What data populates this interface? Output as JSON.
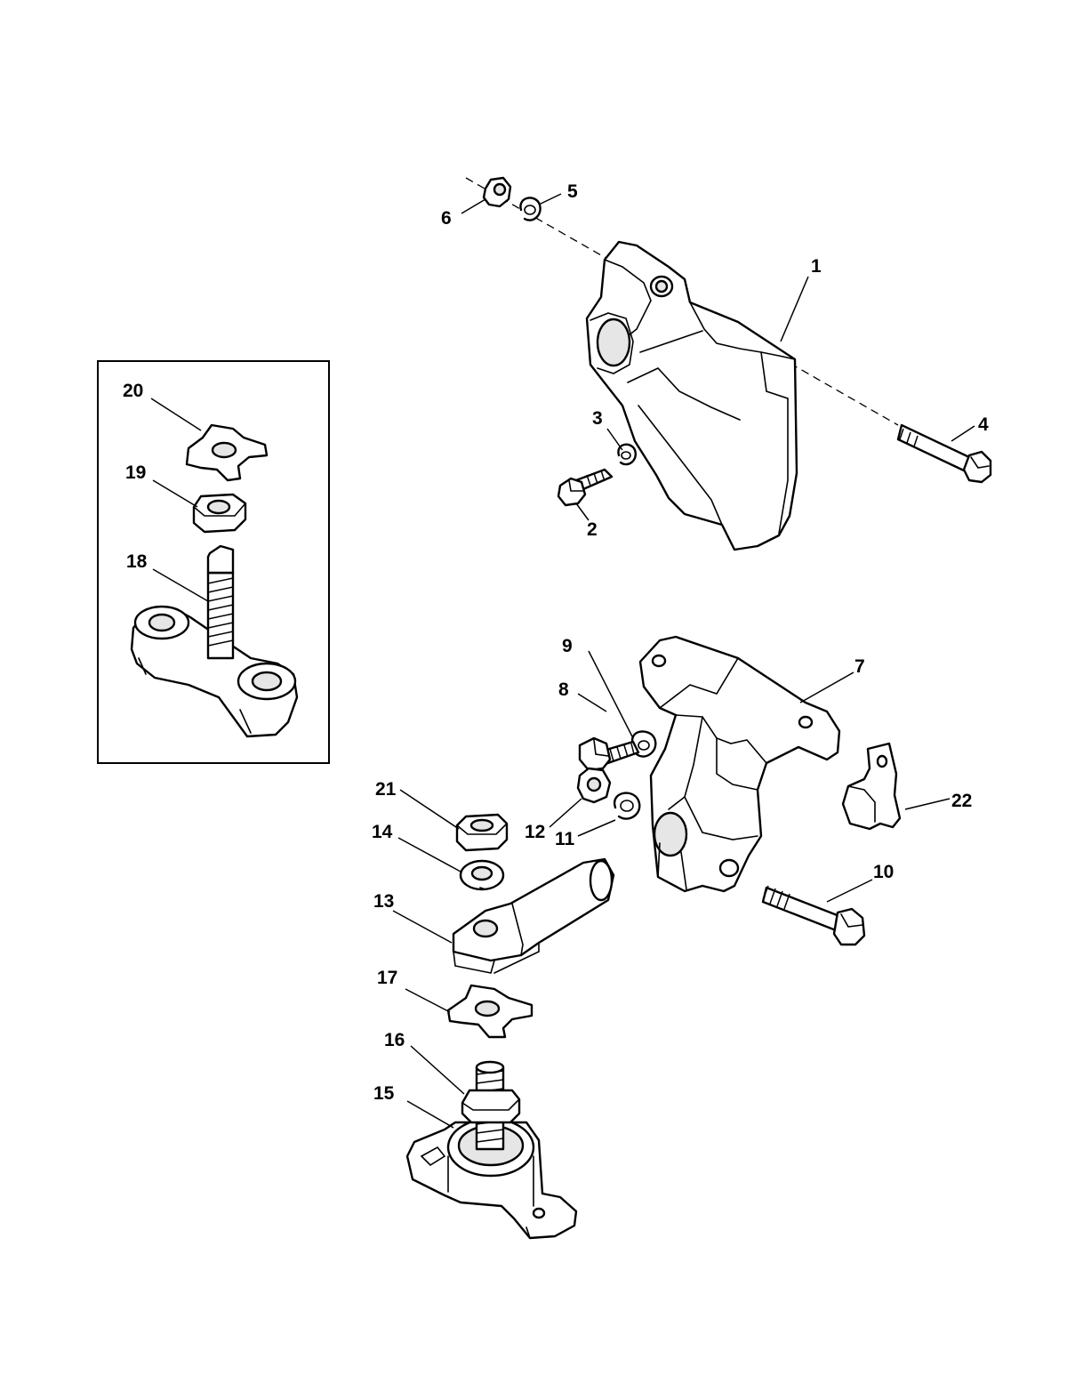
{
  "callouts": {
    "c1": "1",
    "c2": "2",
    "c3": "3",
    "c4": "4",
    "c5": "5",
    "c6": "6",
    "c7": "7",
    "c8": "8",
    "c9": "9",
    "c10": "10",
    "c11": "11",
    "c12": "12",
    "c13": "13",
    "c14": "14",
    "c15": "15",
    "c16": "16",
    "c17": "17",
    "c18": "18",
    "c19": "19",
    "c20": "20",
    "c21": "21",
    "c22": "22"
  },
  "colors": {
    "line": "#000000",
    "paper": "#ffffff",
    "shade": "#e6e6e6"
  }
}
